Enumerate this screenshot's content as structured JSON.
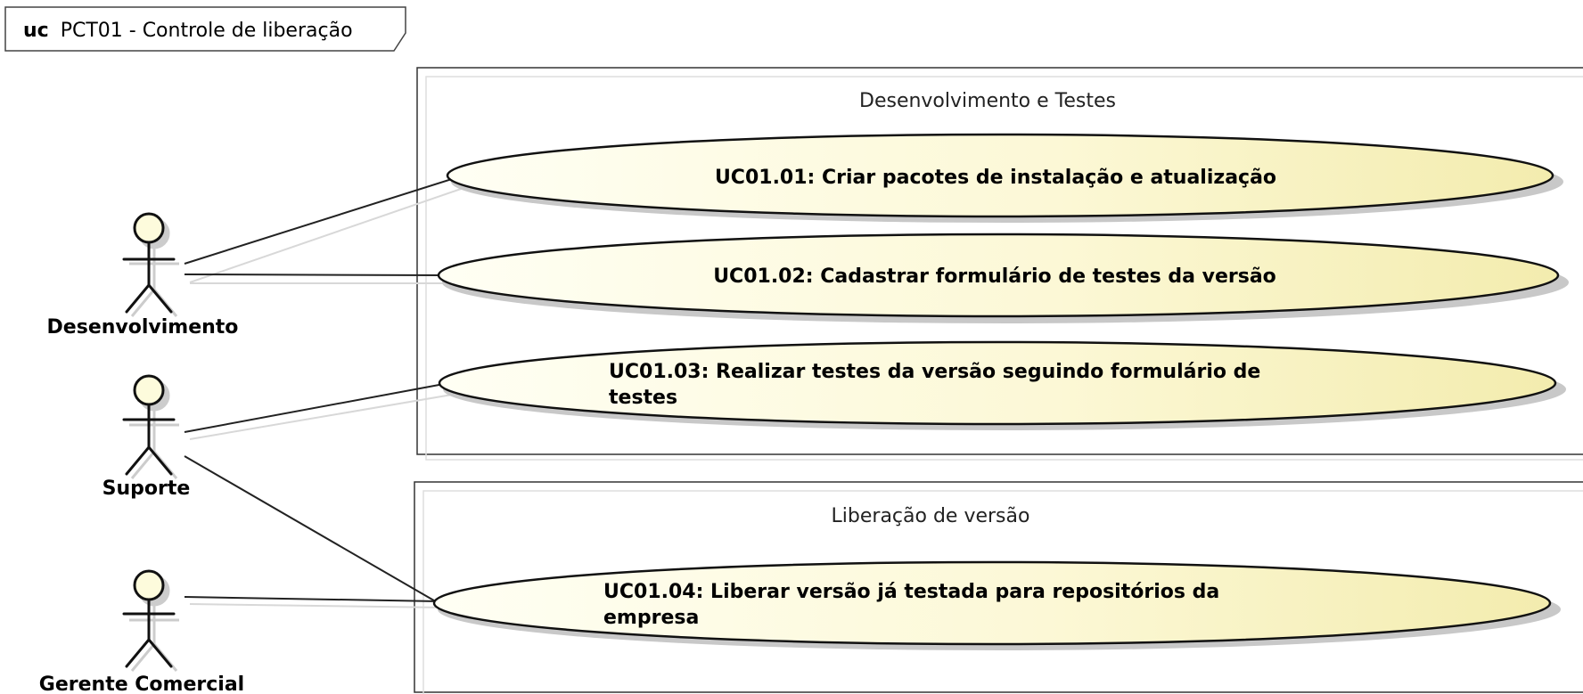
{
  "frame": {
    "keyword": "uc",
    "title": "PCT01 - Controle de liberação"
  },
  "boundaries": [
    {
      "id": "dev-tests",
      "title": "Desenvolvimento e Testes"
    },
    {
      "id": "release",
      "title": "Liberação de versão"
    }
  ],
  "use_cases": [
    {
      "id": "uc0101",
      "lines": [
        "UC01.01: Criar pacotes de instalação e atualização"
      ]
    },
    {
      "id": "uc0102",
      "lines": [
        "UC01.02: Cadastrar formulário de testes da versão"
      ]
    },
    {
      "id": "uc0103",
      "lines": [
        "UC01.03: Realizar testes da versão seguindo formulário de",
        "testes"
      ]
    },
    {
      "id": "uc0104",
      "lines": [
        "UC01.04: Liberar versão já testada para repositórios da",
        "empresa"
      ]
    }
  ],
  "actors": [
    {
      "id": "desenvolvimento",
      "name": "Desenvolvimento"
    },
    {
      "id": "suporte",
      "name": "Suporte"
    },
    {
      "id": "gerente",
      "name": "Gerente Comercial"
    }
  ],
  "associations": [
    {
      "actor": "desenvolvimento",
      "use_case": "uc0101"
    },
    {
      "actor": "desenvolvimento",
      "use_case": "uc0102"
    },
    {
      "actor": "suporte",
      "use_case": "uc0103"
    },
    {
      "actor": "suporte",
      "use_case": "uc0104"
    },
    {
      "actor": "gerente",
      "use_case": "uc0104"
    }
  ],
  "colors": {
    "usecase_fill_start": "#fffff4",
    "usecase_fill_end": "#f5f0b8",
    "actor_head_fill": "#fdfbdc",
    "line": "#222222",
    "shadow": "#c8c8c8"
  }
}
